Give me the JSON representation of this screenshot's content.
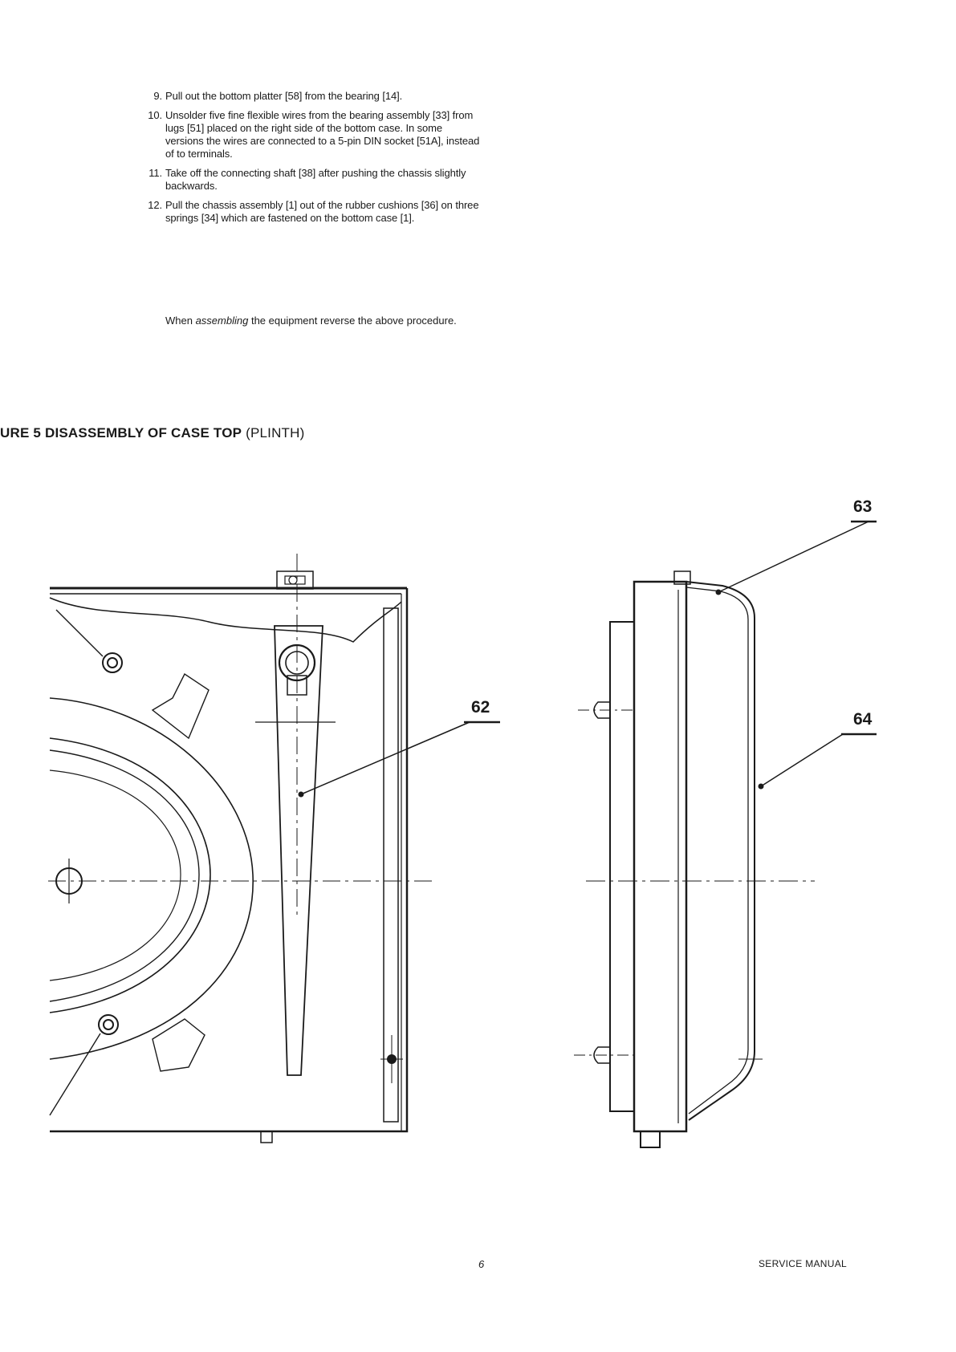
{
  "instructions": {
    "steps": [
      {
        "num": "9.",
        "text": "Pull out the bottom platter [58] from the bearing [14]."
      },
      {
        "num": "10.",
        "text": "Unsolder five fine flexible wires from the bearing assembly [33] from lugs [51] placed on the right side of the bottom case. In some versions the wires are connected to a 5-pin DIN socket [51A], instead of to terminals."
      },
      {
        "num": "11.",
        "text": "Take off the connecting shaft [38] after pushing the chassis slightly backwards."
      },
      {
        "num": "12.",
        "text": "Pull the chassis assembly [1] out of the rubber cushions [36] on three springs [34] which are fastened on the bottom case [1]."
      }
    ],
    "note": {
      "before": "When ",
      "emphasis": "assembling",
      "after": " the equipment reverse the above procedure."
    }
  },
  "figure": {
    "title_main": "URE 5  DISASSEMBLY OF CASE TOP",
    "title_sub": " (PLINTH)",
    "callouts": {
      "c62": "62",
      "c63": "63",
      "c64": "64"
    }
  },
  "footer": {
    "page_number": "6",
    "label": "SERVICE MANUAL"
  }
}
